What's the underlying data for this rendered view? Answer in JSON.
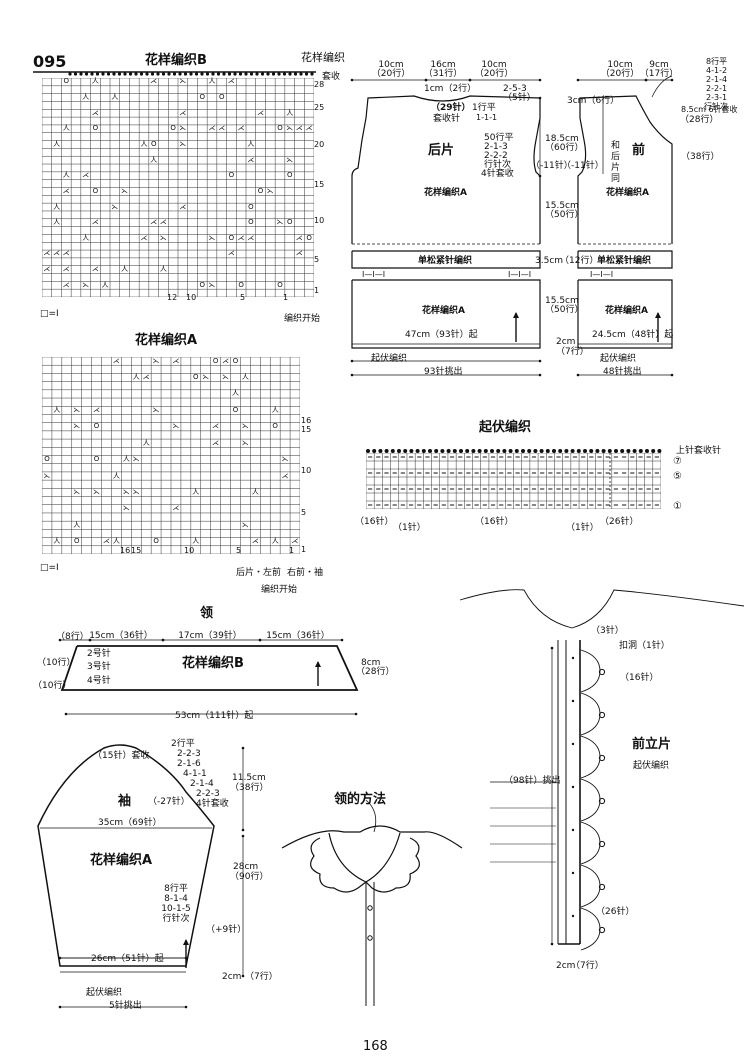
{
  "page": {
    "pattern_number": "095",
    "page_number": "168"
  },
  "chart_b": {
    "title": "花样编织B",
    "stitches_label": "花样编织",
    "bind_off_label": "套收",
    "row_numbers": [
      "28",
      "25",
      "20",
      "15",
      "10",
      "5",
      "1"
    ],
    "col_numbers": [
      "12",
      "10",
      "5",
      "1"
    ],
    "legend": "□=Ⅰ",
    "start_label": "编织开始"
  },
  "chart_a": {
    "title": "花样编织A",
    "row_numbers": [
      "16",
      "15",
      "10",
      "5",
      "1"
    ],
    "col_numbers": [
      "16",
      "15",
      "10",
      "5",
      "1"
    ],
    "legend": "□=Ⅰ",
    "side_label_1": "后片・左前",
    "side_label_2": "右前・袖",
    "start_label": "编织开始"
  },
  "back": {
    "title": "后片",
    "dims_top": [
      {
        "cm": "10cm",
        "rows": "（20行）"
      },
      {
        "cm": "16cm",
        "rows": "（31行）"
      },
      {
        "cm": "10cm",
        "rows": "（20行）"
      }
    ],
    "neck_drop": "1cm（2行）",
    "neck_dec": "2-5-3",
    "neck_dec2": "（5针）",
    "neck_st": "（29针）",
    "neck_bo": "套收针",
    "neck_flat": "1行平",
    "neck_flat2": "1-1-1",
    "armhole_dec": [
      "50行平",
      "2-1-3",
      "2-2-2",
      "行针次",
      "4针套收"
    ],
    "armhole_height": "18.5cm",
    "armhole_rows": "（60行）",
    "armhole_st": "（-11针）",
    "pattern_upper": "花样编织A",
    "body_height": "15.5cm",
    "body_rows": "（50行）",
    "rib_label": "单松紧针编织",
    "rib_height": "3.5cm",
    "rib_rows": "（12行）",
    "rib_marks": "I—I—I",
    "pattern_lower": "花样编织A",
    "lower_height": "15.5cm",
    "lower_rows": "（50行）",
    "width": "47cm（93针）起",
    "hem_label": "起伏编织",
    "hem_height": "2cm",
    "hem_rows": "（7行）",
    "pickup": "93针挑出"
  },
  "front": {
    "title": "前",
    "dims_top": [
      {
        "cm": "10cm",
        "rows": "（20行）"
      },
      {
        "cm": "9cm",
        "rows": "（17行）"
      }
    ],
    "shoulder_drop": "3cm（6行）",
    "neck_dec": [
      "8行平",
      "4-1-2",
      "2-1-4",
      "2-2-1",
      "2-3-1",
      "行针次"
    ],
    "neck_depth": "8.5cm 6针套收",
    "neck_rows": "（28行）",
    "side_rows": "（38行）",
    "same_as_back": "和后片同",
    "armhole_st": "（-11针）",
    "pattern_upper": "花样编织A",
    "rib_label": "单松紧针编织",
    "rib_marks": "I—I—I",
    "pattern_lower": "花样编织A",
    "width": "24.5cm（48针）起",
    "hem_label": "起伏编织",
    "pickup": "48针挑出"
  },
  "garter": {
    "title": "起伏编织",
    "bind_off": "上针套收针",
    "row_markers": [
      "⑦",
      "⑤",
      "①"
    ],
    "counts": [
      "（16针）",
      "（1针）",
      "（16针）",
      "（1针）",
      "（26针）"
    ]
  },
  "collar": {
    "title": "领",
    "top": [
      "（8行）",
      "15cm（36针）",
      "17cm（39针）",
      "15cm（36针）"
    ],
    "needles": [
      "2号针",
      "3号针",
      "4号针"
    ],
    "left_rows": [
      "（10行）",
      "（10行）"
    ],
    "pattern": "花样编织B",
    "height": "8cm",
    "height_rows": "（28行）",
    "width": "53cm（111针）起"
  },
  "collar_method": {
    "title": "领的方法"
  },
  "sleeve": {
    "title": "袖",
    "cap_bo": "（15针）套收",
    "cap_dec": [
      "2行平",
      "2-2-3",
      "2-1-6",
      "4-1-1",
      "2-1-4",
      "2-2-3",
      "4针套收"
    ],
    "cap_st": "（-27针）",
    "cap_height": "11.5cm",
    "cap_rows": "（38行）",
    "upper_width": "35cm（69针）",
    "pattern": "花样编织A",
    "inc": [
      "8行平",
      "8-1-4",
      "10-1-5",
      "行针次"
    ],
    "inc_st": "（+9针）",
    "length": "28cm",
    "length_rows": "（90行）",
    "cuff_width": "26cm（51针）起",
    "hem_height": "2cm",
    "hem_rows": "（7行）",
    "hem_label": "起伏编织",
    "pickup": "5针挑出"
  },
  "placket": {
    "title": "前立片",
    "subtitle": "起伏编织",
    "top_st": "（3针）",
    "buttonhole": "扣洞（1针）",
    "gap_st": "（16针）",
    "pickup": "（98针）挑出",
    "bottom_st": "（26针）",
    "hem": "2cm",
    "hem_rows": "（7行）"
  }
}
